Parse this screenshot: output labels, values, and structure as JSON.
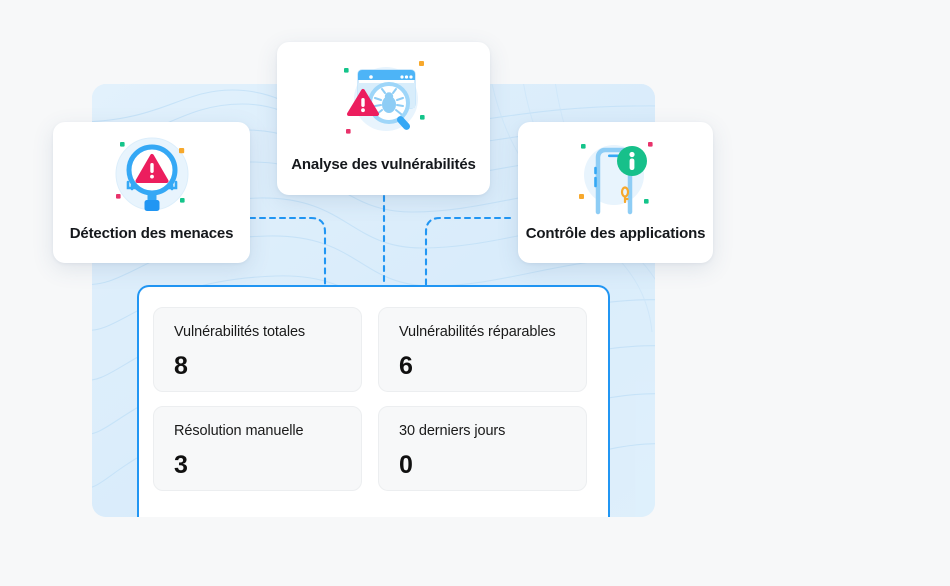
{
  "theme": {
    "page_background": "#f7f8f9",
    "board_background": "#ddeefb",
    "accent_blue": "#2196f3",
    "icon_blue": "#35a8f5",
    "warning_pink": "#ec1e5e",
    "info_green": "#17c08a",
    "dot_orange": "#f7a82c",
    "dot_green": "#14c48a",
    "dot_pink": "#e8336b",
    "card_background": "#ffffff",
    "stat_card_background": "#f7f8f9",
    "text_primary": "#15181c"
  },
  "feature_cards": [
    {
      "id": "threat-detection",
      "label": "Détection des menaces",
      "icon": "magnifier-warning-icon"
    },
    {
      "id": "vulnerability-analysis",
      "label": "Analyse des vulnérabilités",
      "icon": "browser-bug-scan-icon"
    },
    {
      "id": "application-control",
      "label": "Contrôle des applications",
      "icon": "phone-info-icon"
    }
  ],
  "dashboard": {
    "stats": [
      {
        "label": "Vulnérabilités totales",
        "value": "8"
      },
      {
        "label": "Vulnérabilités réparables",
        "value": "6"
      },
      {
        "label": "Résolution manuelle",
        "value": "3"
      },
      {
        "label": "30 derniers jours",
        "value": "0"
      }
    ]
  }
}
